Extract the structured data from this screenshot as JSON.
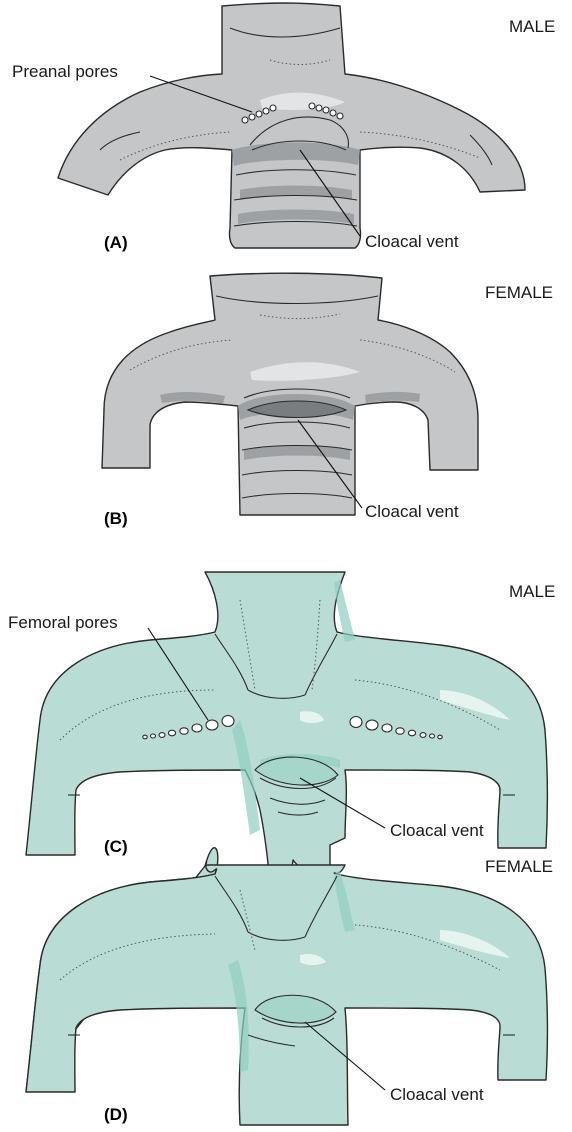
{
  "panels": [
    {
      "caption": "(A)",
      "sex": "MALE",
      "pore_label": "Preanal pores",
      "vent_label": "Cloacal vent"
    },
    {
      "caption": "(B)",
      "sex": "FEMALE",
      "vent_label": "Cloacal vent"
    },
    {
      "caption": "(C)",
      "sex": "MALE",
      "pore_label": "Femoral pores",
      "vent_label": "Cloacal vent"
    },
    {
      "caption": "(D)",
      "sex": "FEMALE",
      "vent_label": "Cloacal vent"
    }
  ],
  "colors": {
    "gray_skin": "#c4c6c8",
    "teal_skin": "#b9ddd5",
    "outline": "#2a2a2a"
  }
}
